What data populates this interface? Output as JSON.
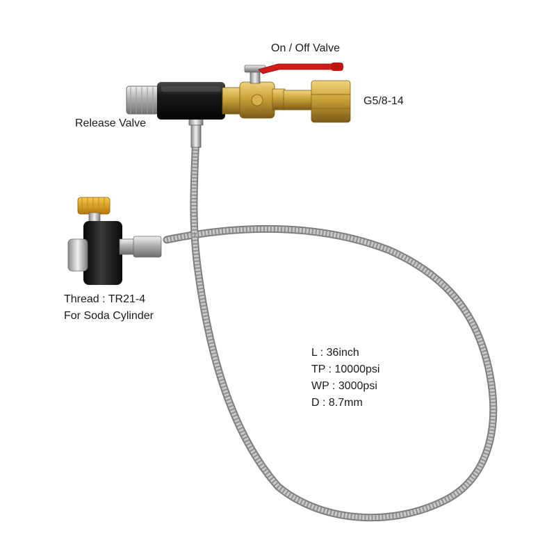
{
  "labels": {
    "on_off_valve": "On / Off Valve",
    "release_valve": "Release Valve",
    "fitting_thread": "G5/8-14",
    "thread_line1": "Thread : TR21-4",
    "thread_line2": "For Soda Cylinder"
  },
  "specs": [
    "L : 36inch",
    "TP : 10000psi",
    "WP : 3000psi",
    "D : 8.7mm"
  ],
  "colors": {
    "hose": "#b9b9b9",
    "brass": "#c9a13a",
    "handle": "#d11a1a",
    "knob": "#e0a21c",
    "body": "#151515"
  }
}
